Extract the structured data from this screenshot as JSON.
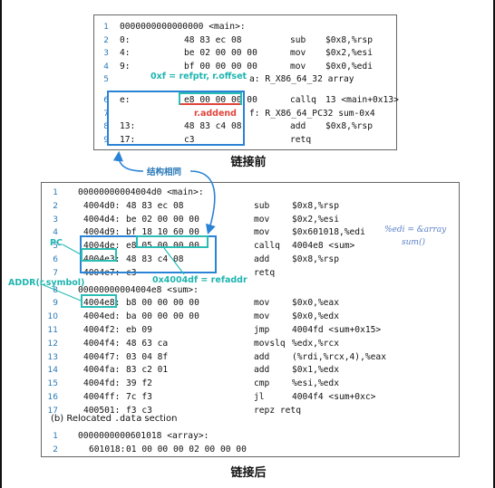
{
  "before": {
    "caption": "链接前",
    "lines": [
      {
        "n": "1",
        "addr": "0000000000000000 <main>:",
        "hex": "",
        "asm": "",
        "args": ""
      },
      {
        "n": "2",
        "addr": "0:",
        "hex": "48 83 ec 08",
        "asm": "sub",
        "args": "$0x8,%rsp"
      },
      {
        "n": "3",
        "addr": "4:",
        "hex": "be 02 00 00 00",
        "asm": "mov",
        "args": "$0x2,%esi"
      },
      {
        "n": "4",
        "addr": "9:",
        "hex": "bf 00 00 00 00",
        "asm": "mov",
        "args": "$0x0,%edi"
      },
      {
        "n": "5",
        "addr": "",
        "hex": "",
        "asm": "a: R_X86_64_32 array",
        "args": ""
      },
      {
        "n": "6",
        "addr": "e:",
        "hex": "e8 00 00 00 00",
        "asm": "callq",
        "args": "13 <main+0x13>"
      },
      {
        "n": "7",
        "addr": "",
        "hex": "",
        "asm": "f: R_X86_64_PC32 sum-0x4",
        "args": ""
      },
      {
        "n": "8",
        "addr": "13:",
        "hex": "48 83 c4 08",
        "asm": "add",
        "args": "$0x8,%rsp"
      },
      {
        "n": "9",
        "addr": "17:",
        "hex": "c3",
        "asm": "retq",
        "args": ""
      }
    ]
  },
  "after": {
    "caption": "链接后",
    "lines": [
      {
        "n": "1",
        "addr": "00000000004004d0 <main>:",
        "hex": "",
        "asm": "",
        "args": ""
      },
      {
        "n": "2",
        "addr": "4004d0:",
        "hex": "48 83 ec 08",
        "asm": "sub",
        "args": "$0x8,%rsp"
      },
      {
        "n": "3",
        "addr": "4004d4:",
        "hex": "be 02 00 00 00",
        "asm": "mov",
        "args": "$0x2,%esi"
      },
      {
        "n": "4",
        "addr": "4004d9:",
        "hex": "bf 18 10 60 00",
        "asm": "mov",
        "args": "$0x601018,%edi"
      },
      {
        "n": "5",
        "addr": "4004de:",
        "hex": "e8 05 00 00 00",
        "asm": "callq",
        "args": "4004e8 <sum>"
      },
      {
        "n": "6",
        "addr": "4004e3:",
        "hex": "48 83 c4 08",
        "asm": "add",
        "args": "$0x8,%rsp"
      },
      {
        "n": "7",
        "addr": "4004e7:",
        "hex": "c3",
        "asm": "retq",
        "args": ""
      },
      {
        "n": "8",
        "addr": "00000000004004e8 <sum>:",
        "hex": "",
        "asm": "",
        "args": ""
      },
      {
        "n": "9",
        "addr": "4004e8:",
        "hex": "b8 00 00 00 00",
        "asm": "mov",
        "args": "$0x0,%eax"
      },
      {
        "n": "10",
        "addr": "4004ed:",
        "hex": "ba 00 00 00 00",
        "asm": "mov",
        "args": "$0x0,%edx"
      },
      {
        "n": "11",
        "addr": "4004f2:",
        "hex": "eb 09",
        "asm": "jmp",
        "args": "4004fd <sum+0x15>"
      },
      {
        "n": "12",
        "addr": "4004f4:",
        "hex": "48 63 ca",
        "asm": "movslq",
        "args": "%edx,%rcx"
      },
      {
        "n": "13",
        "addr": "4004f7:",
        "hex": "03 04 8f",
        "asm": "add",
        "args": "(%rdi,%rcx,4),%eax"
      },
      {
        "n": "14",
        "addr": "4004fa:",
        "hex": "83 c2 01",
        "asm": "add",
        "args": "$0x1,%edx"
      },
      {
        "n": "15",
        "addr": "4004fd:",
        "hex": "39 f2",
        "asm": "cmp",
        "args": "%esi,%edx"
      },
      {
        "n": "16",
        "addr": "4004ff:",
        "hex": "7c f3",
        "asm": "jl",
        "args": "4004f4 <sum+0xc>"
      },
      {
        "n": "17",
        "addr": "400501:",
        "hex": "f3 c3",
        "asm": "repz retq",
        "args": ""
      }
    ],
    "comment_1": "%edi = &array",
    "comment_2": "sum()",
    "section_prefix": "(b) Relocated ",
    "section_mono": ".data",
    "section_suffix": " section",
    "data_lines": [
      {
        "n": "1",
        "addr": "0000000000601018 <array>:",
        "hex": "",
        "asm": "",
        "args": ""
      },
      {
        "n": "2",
        "addr": "601018:",
        "hex": "01 00 00 00 02 00 00 00",
        "asm": "",
        "args": ""
      }
    ]
  },
  "annotations": {
    "refptr": "0xf = refptr, r.offset",
    "addend": "r.addend",
    "same_structure": "结构相同",
    "pc": "PC",
    "refaddr": "0x4004df = refaddr",
    "addr_symbol": "ADDR(r.symbol)"
  },
  "colors": {
    "blue": "#2b83d6",
    "teal": "#2bbcb4",
    "red": "#e0443a",
    "linenum": "#2a7ab8"
  }
}
